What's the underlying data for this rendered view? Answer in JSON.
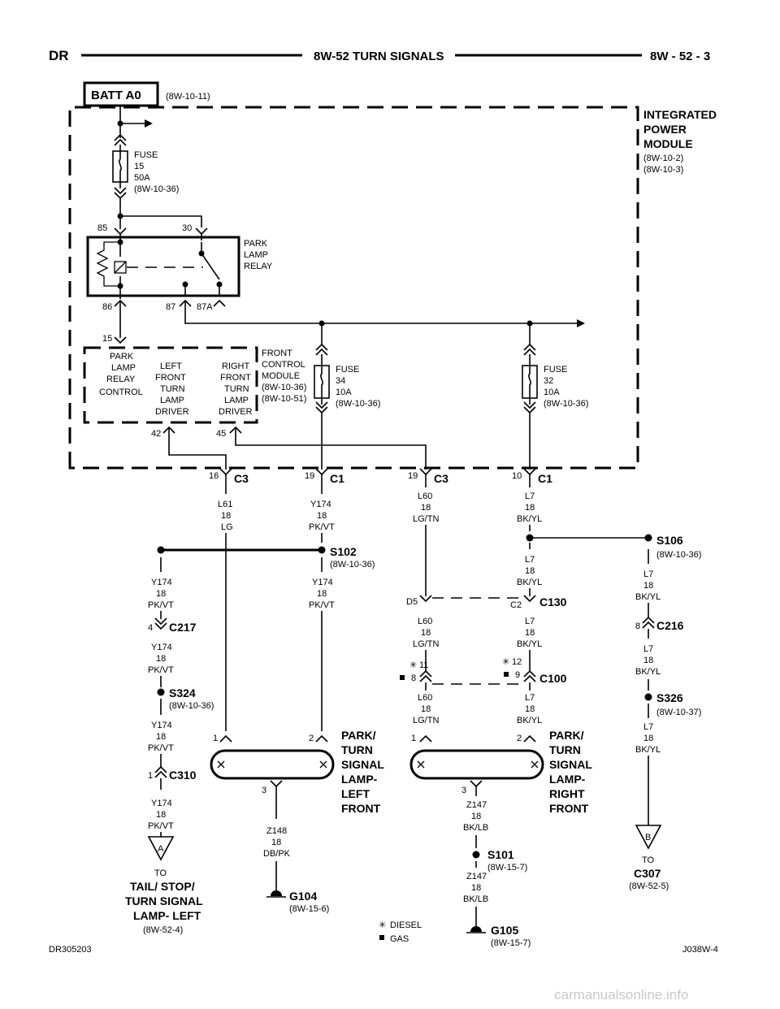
{
  "header": {
    "left": "DR",
    "title": "8W-52 TURN SIGNALS",
    "right": "8W - 52 - 3"
  },
  "batt": {
    "label": "BATT A0",
    "ref": "(8W-10-11)"
  },
  "ipm": {
    "l1": "INTEGRATED",
    "l2": "POWER",
    "l3": "MODULE",
    "r1": "(8W-10-2)",
    "r2": "(8W-10-3)"
  },
  "fuse15": {
    "l1": "FUSE",
    "l2": "15",
    "l3": "50A",
    "l4": "(8W-10-36)"
  },
  "relay": {
    "l1": "PARK",
    "l2": "LAMP",
    "l3": "RELAY",
    "p85": "85",
    "p30": "30",
    "p86": "86",
    "p87": "87",
    "p87a": "87A"
  },
  "fcm": {
    "l1": "FRONT",
    "l2": "CONTROL",
    "l3": "MODULE",
    "r1": "(8W-10-36)",
    "r2": "(8W-10-51)",
    "pin15": "15",
    "pin42": "42",
    "pin45": "45",
    "ctrl1": "PARK",
    "ctrl2": "LAMP",
    "ctrl3": "RELAY",
    "ctrl4": "CONTROL",
    "lf1": "LEFT",
    "lf2": "FRONT",
    "lf3": "TURN",
    "lf4": "LAMP",
    "lf5": "DRIVER",
    "rf1": "RIGHT",
    "rf2": "FRONT",
    "rf3": "TURN",
    "rf4": "LAMP",
    "rf5": "DRIVER"
  },
  "fuse34": {
    "l1": "FUSE",
    "l2": "34",
    "l3": "10A",
    "l4": "(8W-10-36)"
  },
  "fuse32": {
    "l1": "FUSE",
    "l2": "32",
    "l3": "10A",
    "l4": "(8W-10-36)"
  },
  "conn": {
    "c3a_pin": "16",
    "c3a": "C3",
    "c1a_pin": "19",
    "c1a": "C1",
    "c3b_pin": "19",
    "c3b": "C3",
    "c1b_pin": "10",
    "c1b": "C1"
  },
  "wires": {
    "l61": [
      "L61",
      "18",
      "LG"
    ],
    "y174": [
      "Y174",
      "18",
      "PK/VT"
    ],
    "l60": [
      "L60",
      "18",
      "LG/TN"
    ],
    "l7": [
      "L7",
      "18",
      "BK/YL"
    ],
    "z148": [
      "Z148",
      "18",
      "DB/PK"
    ],
    "z147": [
      "Z147",
      "18",
      "BK/LB"
    ]
  },
  "splices": {
    "s102": "S102",
    "s102_ref": "(8W-10-36)",
    "s106": "S106",
    "s106_ref": "(8W-10-36)",
    "s324": "S324",
    "s324_ref": "(8W-10-36)",
    "s326": "S326",
    "s326_ref": "(8W-10-37)",
    "s101": "S101",
    "s101_ref": "(8W-15-7)"
  },
  "connectors": {
    "c217_pin": "4",
    "c217": "C217",
    "c310_pin": "1",
    "c310": "C310",
    "c130_d5": "D5",
    "c130_c2": "C2",
    "c130": "C130",
    "c100_d11": "11",
    "c100_g8": "8",
    "c100_d12": "12",
    "c100_g9": "9",
    "c100": "C100",
    "c216_pin": "8",
    "c216": "C216"
  },
  "lamps": {
    "left": {
      "p1": "1",
      "p2": "2",
      "p3": "3",
      "l1": "PARK/",
      "l2": "TURN",
      "l3": "SIGNAL",
      "l4": "LAMP-",
      "l5": "LEFT",
      "l6": "FRONT"
    },
    "right": {
      "p1": "1",
      "p2": "2",
      "p3": "3",
      "l1": "PARK/",
      "l2": "TURN",
      "l3": "SIGNAL",
      "l4": "LAMP-",
      "l5": "RIGHT",
      "l6": "FRONT"
    }
  },
  "grounds": {
    "g104": "G104",
    "g104_ref": "(8W-15-6)",
    "g105": "G105",
    "g105_ref": "(8W-15-7)"
  },
  "refs": {
    "a": "A",
    "a_to": "TO",
    "a_l1": "TAIL/ STOP/",
    "a_l2": "TURN SIGNAL",
    "a_l3": "LAMP- LEFT",
    "a_ref": "(8W-52-4)",
    "b": "B",
    "b_to": "TO",
    "b_c": "C307",
    "b_ref": "(8W-52-5)"
  },
  "legend": {
    "diesel": "DIESEL",
    "gas": "GAS"
  },
  "footer": {
    "left": "DR305203",
    "right": "J038W-4"
  },
  "watermark": "carmanualsonline.info"
}
